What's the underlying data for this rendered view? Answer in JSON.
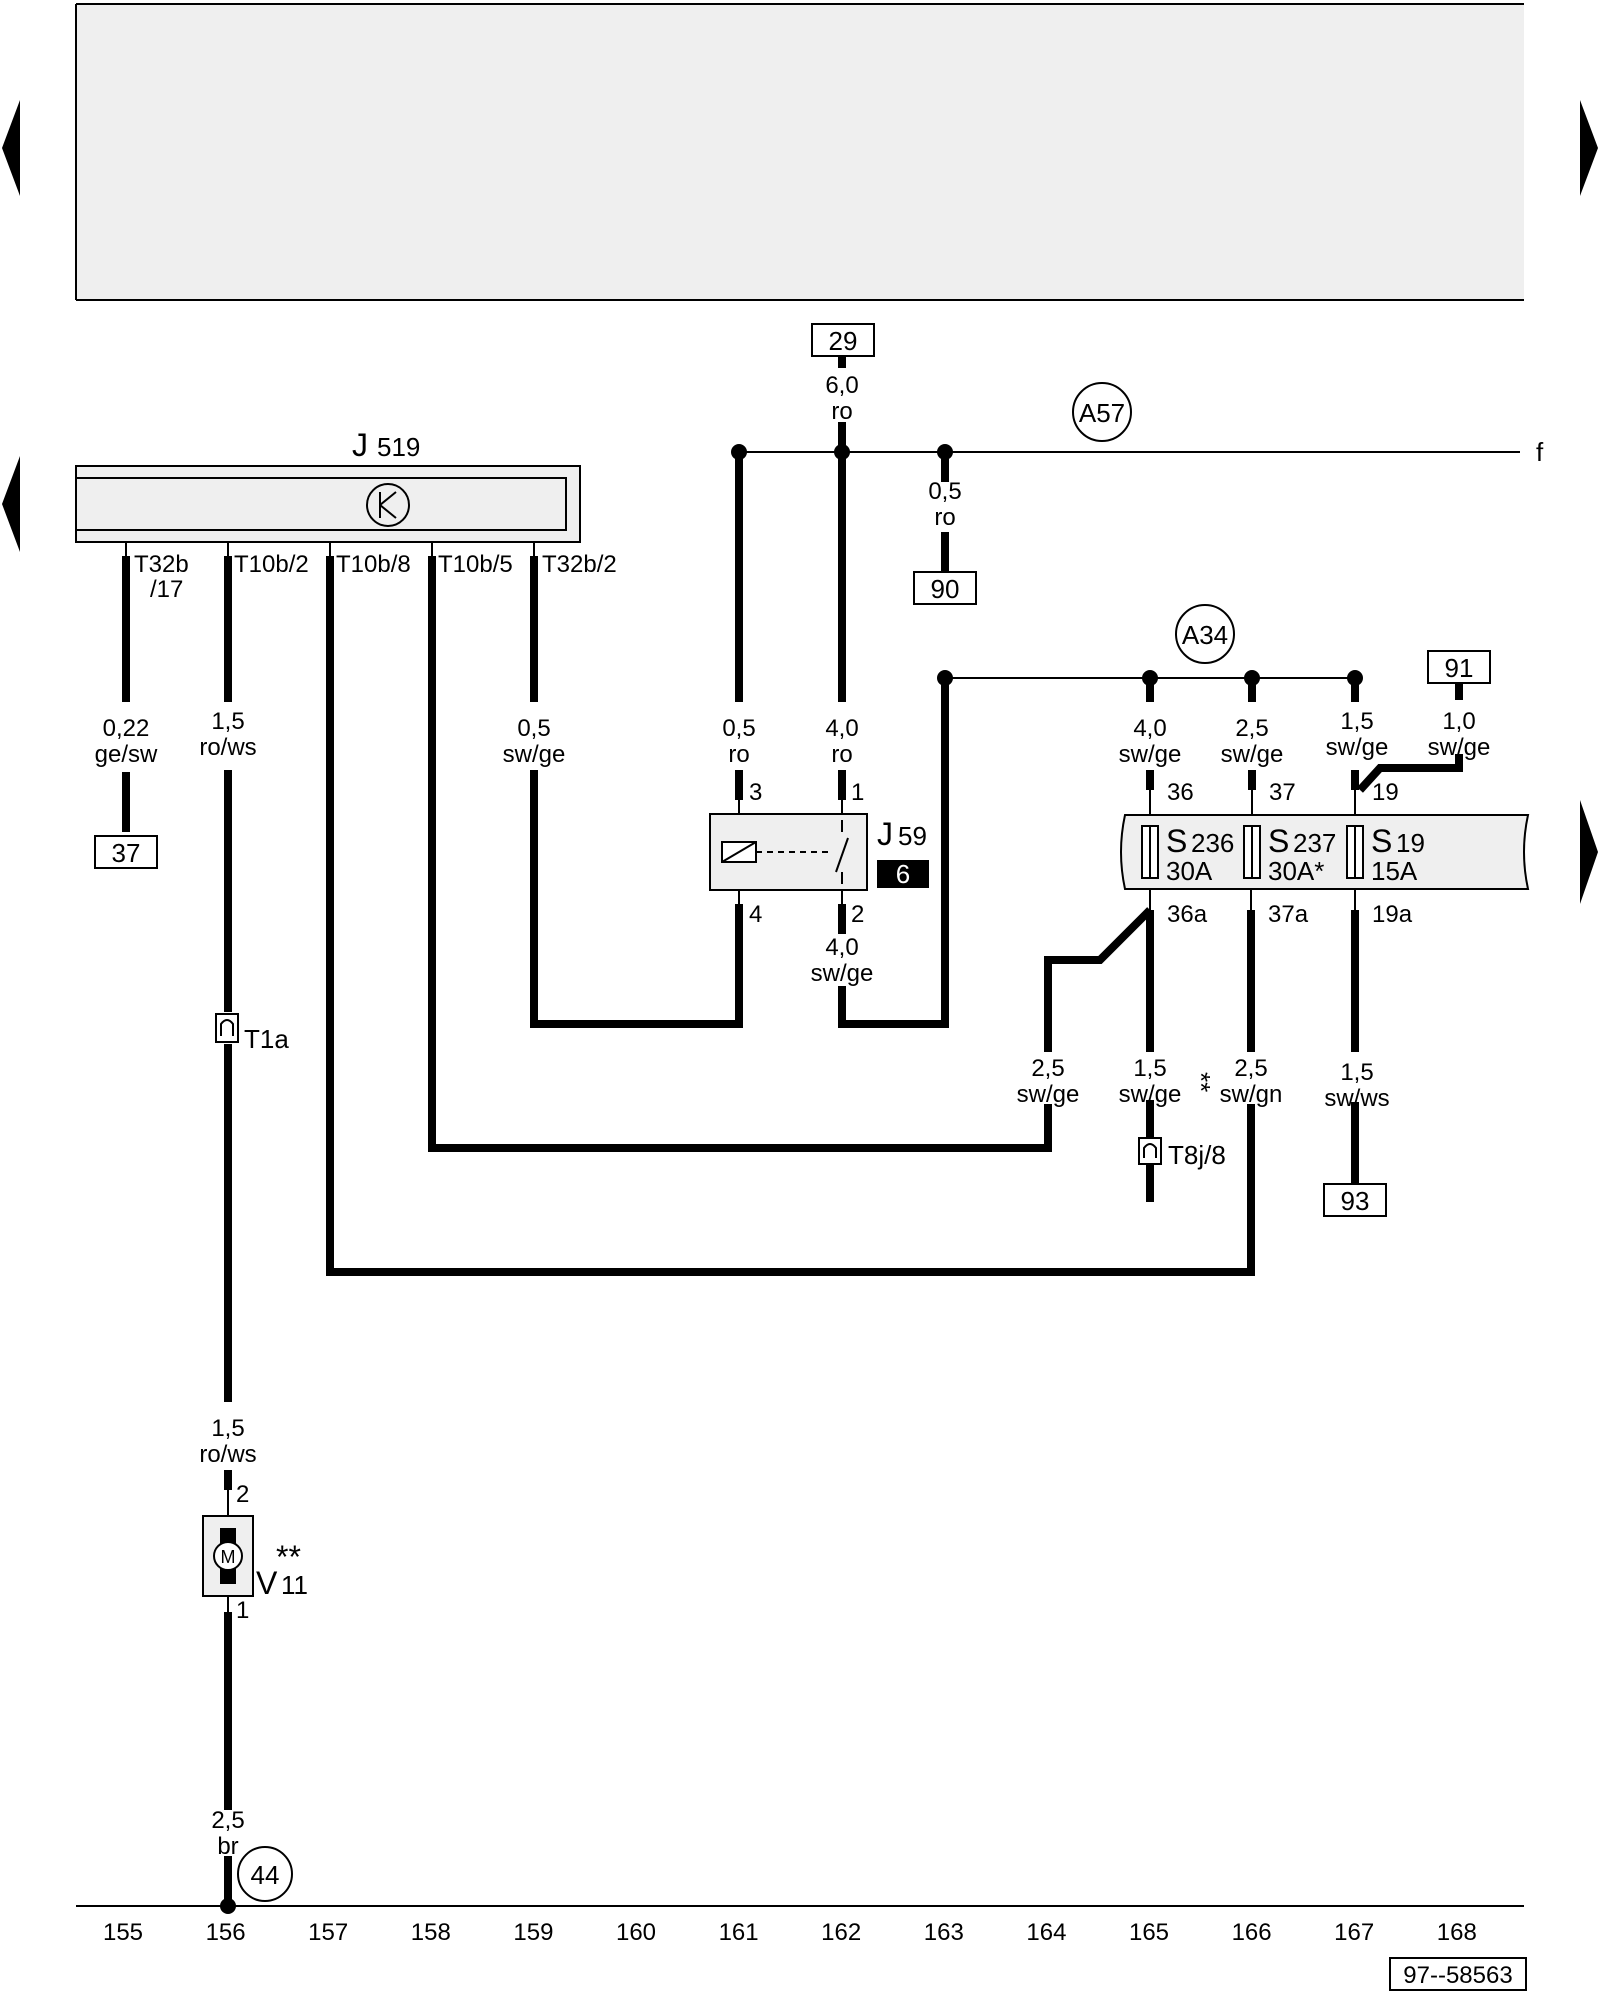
{
  "document_id": "97--58563",
  "grid_numbers": [
    "155",
    "156",
    "157",
    "158",
    "159",
    "160",
    "161",
    "162",
    "163",
    "164",
    "165",
    "166",
    "167",
    "168"
  ],
  "components": {
    "control_unit": {
      "code": "J",
      "number": "519"
    },
    "relay": {
      "code": "J",
      "number": "59",
      "badge": "6"
    },
    "motor": {
      "code": "V",
      "number": "11",
      "stars": "**",
      "symbol": "M"
    },
    "fuse_s236": {
      "code": "S",
      "number": "236",
      "rating": "30A"
    },
    "fuse_s237": {
      "code": "S",
      "number": "237",
      "rating": "30A*"
    },
    "fuse_s19": {
      "code": "S",
      "number": "19",
      "rating": "15A"
    },
    "connector_t1a": {
      "label": "T1a"
    },
    "connector_t8j": {
      "label": "T8j/8"
    }
  },
  "connection_points": {
    "a57": "A57",
    "a34": "A34",
    "ground_44": "44"
  },
  "refs": {
    "r29": "29",
    "r90": "90",
    "r91": "91",
    "r37": "37",
    "r93": "93"
  },
  "end_letter": "f",
  "pins": {
    "t32b_17_a": "T32b",
    "t32b_17_b": "/17",
    "t10b_2": "T10b/2",
    "t10b_8": "T10b/8",
    "t10b_5": "T10b/5",
    "t32b_2": "T32b/2",
    "j59_3": "3",
    "j59_1": "1",
    "j59_4": "4",
    "j59_2": "2",
    "s236_in": "36",
    "s237_in": "37",
    "s19_in": "19",
    "s236_out": "36a",
    "s237_out": "37a",
    "s19_out": "19a",
    "v11_2": "2",
    "v11_1": "1"
  },
  "wires": {
    "w_29": {
      "size": "6,0",
      "color": "ro"
    },
    "w_90": {
      "size": "0,5",
      "color": "ro"
    },
    "w_37": {
      "size": "0,22",
      "color": "ge/sw"
    },
    "w_t10b2_upper": {
      "size": "1,5",
      "color": "ro/ws"
    },
    "w_t32b2": {
      "size": "0,5",
      "color": "sw/ge"
    },
    "w_j59_3": {
      "size": "0,5",
      "color": "ro"
    },
    "w_j59_1": {
      "size": "4,0",
      "color": "ro"
    },
    "w_j59_2": {
      "size": "4,0",
      "color": "sw/ge"
    },
    "w_s236_in": {
      "size": "4,0",
      "color": "sw/ge"
    },
    "w_s237_in": {
      "size": "2,5",
      "color": "sw/ge"
    },
    "w_s19_in": {
      "size": "1,5",
      "color": "sw/ge"
    },
    "w_91": {
      "size": "1,0",
      "color": "sw/ge"
    },
    "w_s236_branch": {
      "size": "2,5",
      "color": "sw/ge"
    },
    "w_s236_out": {
      "size": "1,5",
      "color": "sw/ge",
      "stars": "**"
    },
    "w_s237_out": {
      "size": "2,5",
      "color": "sw/gn"
    },
    "w_s19_out": {
      "size": "1,5",
      "color": "sw/ws"
    },
    "w_v11_upper": {
      "size": "1,5",
      "color": "ro/ws"
    },
    "w_ground": {
      "size": "2,5",
      "color": "br"
    }
  }
}
